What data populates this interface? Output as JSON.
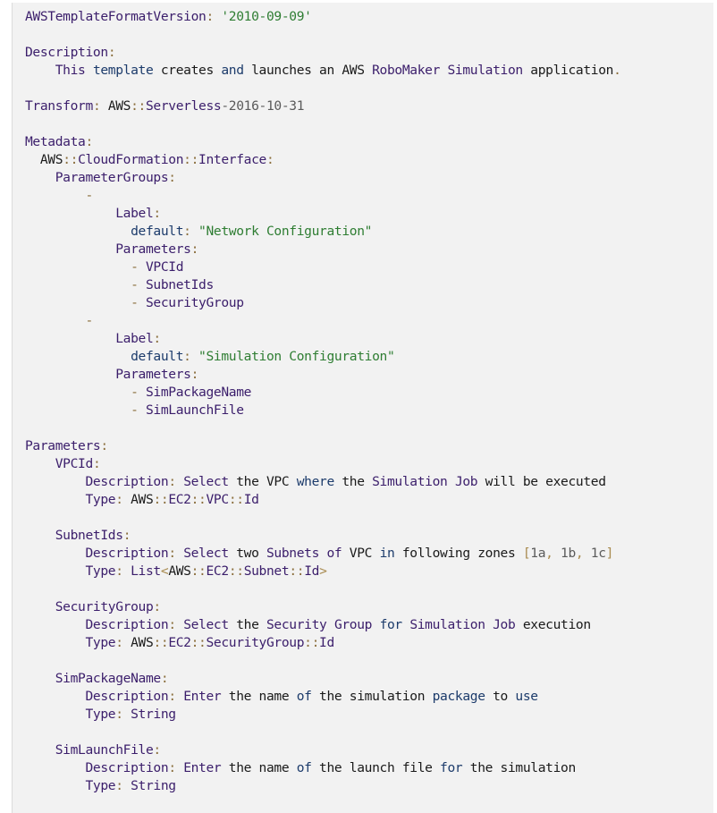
{
  "document": {
    "type": "yaml",
    "lines": [
      [
        {
          "c": "k",
          "t": "AWSTemplateFormatVersion"
        },
        {
          "c": "p",
          "t": ": "
        },
        {
          "c": "s",
          "t": "'2010-09-09'"
        }
      ],
      [],
      [
        {
          "c": "k",
          "t": "Description"
        },
        {
          "c": "p",
          "t": ":"
        }
      ],
      [
        {
          "c": "t",
          "t": "    "
        },
        {
          "c": "k",
          "t": "This"
        },
        {
          "c": "t",
          "t": " "
        },
        {
          "c": "b",
          "t": "template"
        },
        {
          "c": "t",
          "t": " creates "
        },
        {
          "c": "b",
          "t": "and"
        },
        {
          "c": "t",
          "t": " launches an AWS "
        },
        {
          "c": "k",
          "t": "RoboMaker"
        },
        {
          "c": "t",
          "t": " "
        },
        {
          "c": "k",
          "t": "Simulation"
        },
        {
          "c": "t",
          "t": " application"
        },
        {
          "c": "p",
          "t": "."
        }
      ],
      [],
      [
        {
          "c": "k",
          "t": "Transform"
        },
        {
          "c": "p",
          "t": ": "
        },
        {
          "c": "t",
          "t": "AWS"
        },
        {
          "c": "p",
          "t": "::"
        },
        {
          "c": "k",
          "t": "Serverless"
        },
        {
          "c": "n",
          "t": "-2016-10-31"
        }
      ],
      [],
      [
        {
          "c": "k",
          "t": "Metadata"
        },
        {
          "c": "p",
          "t": ":"
        }
      ],
      [
        {
          "c": "t",
          "t": "  AWS"
        },
        {
          "c": "p",
          "t": "::"
        },
        {
          "c": "k",
          "t": "CloudFormation"
        },
        {
          "c": "p",
          "t": "::"
        },
        {
          "c": "k",
          "t": "Interface"
        },
        {
          "c": "p",
          "t": ":"
        }
      ],
      [
        {
          "c": "t",
          "t": "    "
        },
        {
          "c": "k",
          "t": "ParameterGroups"
        },
        {
          "c": "p",
          "t": ":"
        }
      ],
      [
        {
          "c": "t",
          "t": "        "
        },
        {
          "c": "p",
          "t": "-"
        }
      ],
      [
        {
          "c": "t",
          "t": "            "
        },
        {
          "c": "k",
          "t": "Label"
        },
        {
          "c": "p",
          "t": ":"
        }
      ],
      [
        {
          "c": "t",
          "t": "              "
        },
        {
          "c": "b",
          "t": "default"
        },
        {
          "c": "p",
          "t": ": "
        },
        {
          "c": "s",
          "t": "\"Network Configuration\""
        }
      ],
      [
        {
          "c": "t",
          "t": "            "
        },
        {
          "c": "k",
          "t": "Parameters"
        },
        {
          "c": "p",
          "t": ":"
        }
      ],
      [
        {
          "c": "t",
          "t": "              "
        },
        {
          "c": "p",
          "t": "- "
        },
        {
          "c": "k",
          "t": "VPCId"
        }
      ],
      [
        {
          "c": "t",
          "t": "              "
        },
        {
          "c": "p",
          "t": "- "
        },
        {
          "c": "k",
          "t": "SubnetIds"
        }
      ],
      [
        {
          "c": "t",
          "t": "              "
        },
        {
          "c": "p",
          "t": "- "
        },
        {
          "c": "k",
          "t": "SecurityGroup"
        }
      ],
      [
        {
          "c": "t",
          "t": "        "
        },
        {
          "c": "p",
          "t": "-"
        }
      ],
      [
        {
          "c": "t",
          "t": "            "
        },
        {
          "c": "k",
          "t": "Label"
        },
        {
          "c": "p",
          "t": ":"
        }
      ],
      [
        {
          "c": "t",
          "t": "              "
        },
        {
          "c": "b",
          "t": "default"
        },
        {
          "c": "p",
          "t": ": "
        },
        {
          "c": "s",
          "t": "\"Simulation Configuration\""
        }
      ],
      [
        {
          "c": "t",
          "t": "            "
        },
        {
          "c": "k",
          "t": "Parameters"
        },
        {
          "c": "p",
          "t": ":"
        }
      ],
      [
        {
          "c": "t",
          "t": "              "
        },
        {
          "c": "p",
          "t": "- "
        },
        {
          "c": "k",
          "t": "SimPackageName"
        }
      ],
      [
        {
          "c": "t",
          "t": "              "
        },
        {
          "c": "p",
          "t": "- "
        },
        {
          "c": "k",
          "t": "SimLaunchFile"
        }
      ],
      [],
      [
        {
          "c": "k",
          "t": "Parameters"
        },
        {
          "c": "p",
          "t": ":"
        }
      ],
      [
        {
          "c": "t",
          "t": "    "
        },
        {
          "c": "k",
          "t": "VPCId"
        },
        {
          "c": "p",
          "t": ":"
        }
      ],
      [
        {
          "c": "t",
          "t": "        "
        },
        {
          "c": "k",
          "t": "Description"
        },
        {
          "c": "p",
          "t": ": "
        },
        {
          "c": "k",
          "t": "Select"
        },
        {
          "c": "t",
          "t": " the VPC "
        },
        {
          "c": "b",
          "t": "where"
        },
        {
          "c": "t",
          "t": " the "
        },
        {
          "c": "k",
          "t": "Simulation"
        },
        {
          "c": "t",
          "t": " "
        },
        {
          "c": "k",
          "t": "Job"
        },
        {
          "c": "t",
          "t": " will be executed"
        }
      ],
      [
        {
          "c": "t",
          "t": "        "
        },
        {
          "c": "k",
          "t": "Type"
        },
        {
          "c": "p",
          "t": ": "
        },
        {
          "c": "t",
          "t": "AWS"
        },
        {
          "c": "p",
          "t": "::"
        },
        {
          "c": "k",
          "t": "EC2"
        },
        {
          "c": "p",
          "t": "::"
        },
        {
          "c": "k",
          "t": "VPC"
        },
        {
          "c": "p",
          "t": "::"
        },
        {
          "c": "k",
          "t": "Id"
        }
      ],
      [],
      [
        {
          "c": "t",
          "t": "    "
        },
        {
          "c": "k",
          "t": "SubnetIds"
        },
        {
          "c": "p",
          "t": ":"
        }
      ],
      [
        {
          "c": "t",
          "t": "        "
        },
        {
          "c": "k",
          "t": "Description"
        },
        {
          "c": "p",
          "t": ": "
        },
        {
          "c": "k",
          "t": "Select"
        },
        {
          "c": "t",
          "t": " two "
        },
        {
          "c": "k",
          "t": "Subnets"
        },
        {
          "c": "t",
          "t": " "
        },
        {
          "c": "k",
          "t": "of"
        },
        {
          "c": "t",
          "t": " VPC "
        },
        {
          "c": "b",
          "t": "in"
        },
        {
          "c": "t",
          "t": " following zones "
        },
        {
          "c": "br",
          "t": "["
        },
        {
          "c": "n",
          "t": "1a"
        },
        {
          "c": "br",
          "t": ", "
        },
        {
          "c": "n",
          "t": "1b"
        },
        {
          "c": "br",
          "t": ", "
        },
        {
          "c": "n",
          "t": "1c"
        },
        {
          "c": "br",
          "t": "]"
        }
      ],
      [
        {
          "c": "t",
          "t": "        "
        },
        {
          "c": "k",
          "t": "Type"
        },
        {
          "c": "p",
          "t": ": "
        },
        {
          "c": "k",
          "t": "List"
        },
        {
          "c": "br",
          "t": "<"
        },
        {
          "c": "t",
          "t": "AWS"
        },
        {
          "c": "p",
          "t": "::"
        },
        {
          "c": "k",
          "t": "EC2"
        },
        {
          "c": "p",
          "t": "::"
        },
        {
          "c": "k",
          "t": "Subnet"
        },
        {
          "c": "p",
          "t": "::"
        },
        {
          "c": "k",
          "t": "Id"
        },
        {
          "c": "br",
          "t": ">"
        }
      ],
      [],
      [
        {
          "c": "t",
          "t": "    "
        },
        {
          "c": "k",
          "t": "SecurityGroup"
        },
        {
          "c": "p",
          "t": ":"
        }
      ],
      [
        {
          "c": "t",
          "t": "        "
        },
        {
          "c": "k",
          "t": "Description"
        },
        {
          "c": "p",
          "t": ": "
        },
        {
          "c": "k",
          "t": "Select"
        },
        {
          "c": "t",
          "t": " the "
        },
        {
          "c": "k",
          "t": "Security"
        },
        {
          "c": "t",
          "t": " "
        },
        {
          "c": "k",
          "t": "Group"
        },
        {
          "c": "t",
          "t": " "
        },
        {
          "c": "b",
          "t": "for"
        },
        {
          "c": "t",
          "t": " "
        },
        {
          "c": "k",
          "t": "Simulation"
        },
        {
          "c": "t",
          "t": " "
        },
        {
          "c": "k",
          "t": "Job"
        },
        {
          "c": "t",
          "t": " execution"
        }
      ],
      [
        {
          "c": "t",
          "t": "        "
        },
        {
          "c": "k",
          "t": "Type"
        },
        {
          "c": "p",
          "t": ": "
        },
        {
          "c": "t",
          "t": "AWS"
        },
        {
          "c": "p",
          "t": "::"
        },
        {
          "c": "k",
          "t": "EC2"
        },
        {
          "c": "p",
          "t": "::"
        },
        {
          "c": "k",
          "t": "SecurityGroup"
        },
        {
          "c": "p",
          "t": "::"
        },
        {
          "c": "k",
          "t": "Id"
        }
      ],
      [],
      [
        {
          "c": "t",
          "t": "    "
        },
        {
          "c": "k",
          "t": "SimPackageName"
        },
        {
          "c": "p",
          "t": ":"
        }
      ],
      [
        {
          "c": "t",
          "t": "        "
        },
        {
          "c": "k",
          "t": "Description"
        },
        {
          "c": "p",
          "t": ": "
        },
        {
          "c": "k",
          "t": "Enter"
        },
        {
          "c": "t",
          "t": " the name "
        },
        {
          "c": "b",
          "t": "of"
        },
        {
          "c": "t",
          "t": " the simulation "
        },
        {
          "c": "b",
          "t": "package"
        },
        {
          "c": "t",
          "t": " to "
        },
        {
          "c": "b",
          "t": "use"
        }
      ],
      [
        {
          "c": "t",
          "t": "        "
        },
        {
          "c": "k",
          "t": "Type"
        },
        {
          "c": "p",
          "t": ": "
        },
        {
          "c": "k",
          "t": "String"
        }
      ],
      [],
      [
        {
          "c": "t",
          "t": "    "
        },
        {
          "c": "k",
          "t": "SimLaunchFile"
        },
        {
          "c": "p",
          "t": ":"
        }
      ],
      [
        {
          "c": "t",
          "t": "        "
        },
        {
          "c": "k",
          "t": "Description"
        },
        {
          "c": "p",
          "t": ": "
        },
        {
          "c": "k",
          "t": "Enter"
        },
        {
          "c": "t",
          "t": " the name "
        },
        {
          "c": "b",
          "t": "of"
        },
        {
          "c": "t",
          "t": " the launch file "
        },
        {
          "c": "b",
          "t": "for"
        },
        {
          "c": "t",
          "t": " the simulation"
        }
      ],
      [
        {
          "c": "t",
          "t": "        "
        },
        {
          "c": "k",
          "t": "Type"
        },
        {
          "c": "p",
          "t": ": "
        },
        {
          "c": "k",
          "t": "String"
        }
      ]
    ]
  },
  "colors": {
    "background": "#f2f2f2",
    "key": "#3b1e6b",
    "string": "#2e7d32",
    "keyword": "#1c3b6b",
    "number": "#5a5a5a",
    "punctuation": "#8a6d3b"
  }
}
